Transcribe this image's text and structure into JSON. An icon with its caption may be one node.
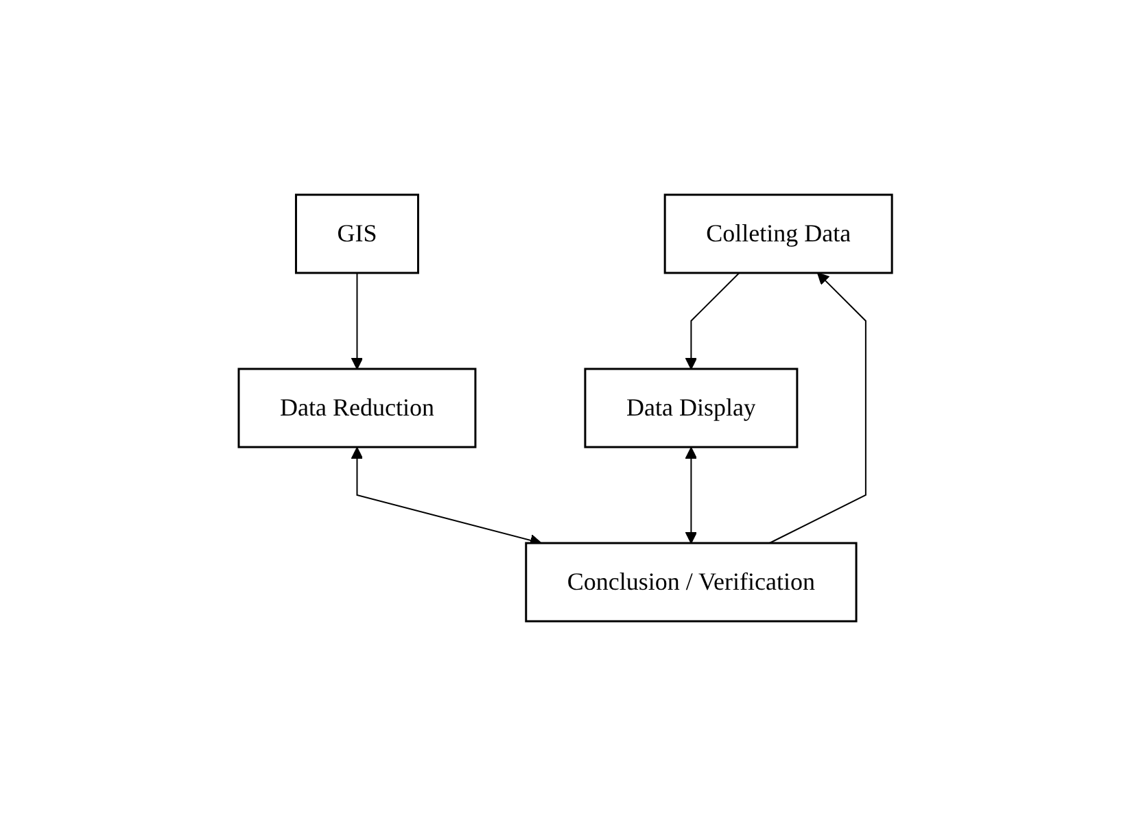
{
  "diagram": {
    "nodes": [
      {
        "text": [
          "Colleting Data"
        ]
      },
      {
        "text": [
          "Data Display"
        ]
      },
      {
        "text": [
          "GIS"
        ]
      },
      {
        "text": [
          "Data Reduction"
        ]
      },
      {
        "text": [
          "Conclusion / Verification"
        ]
      }
    ],
    "edges": [
      {
        "from": 0,
        "to": 1,
        "arrow": "to"
      },
      {
        "from": 2,
        "to": 3,
        "arrow": "to"
      },
      {
        "from": 3,
        "to": 4,
        "arrow": "both"
      },
      {
        "from": 1,
        "to": 4,
        "arrow": "both"
      },
      {
        "from": 4,
        "to": 0,
        "arrow": "to"
      }
    ]
  }
}
